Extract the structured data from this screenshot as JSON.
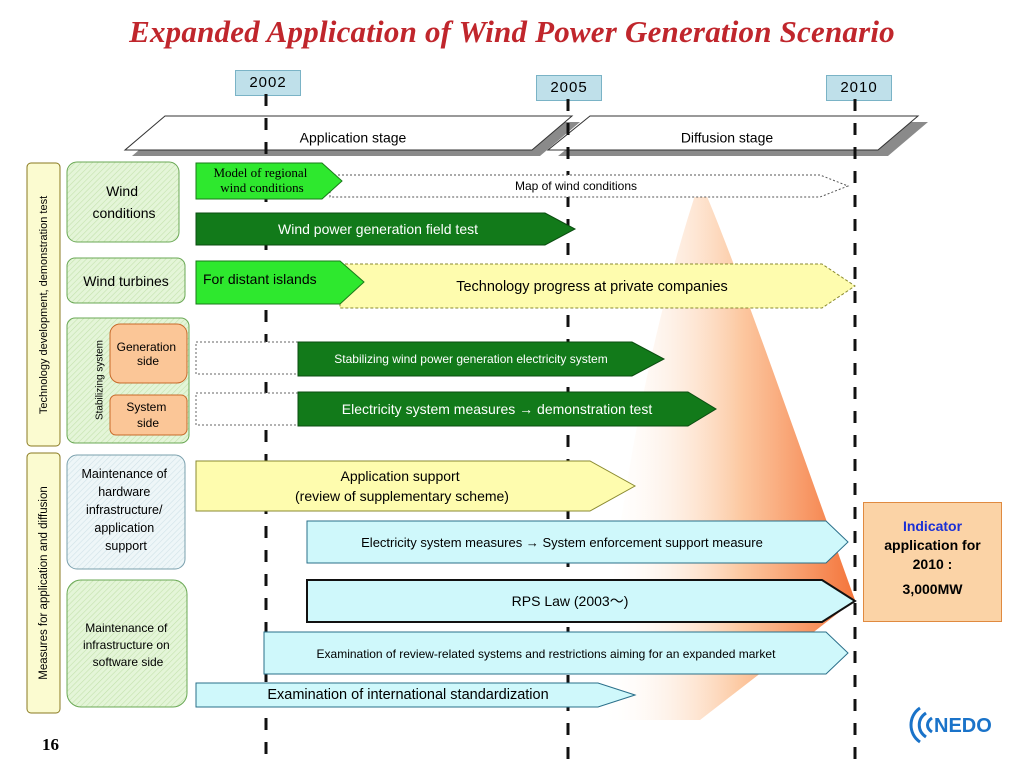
{
  "title": "Expanded Application of  Wind Power Generation Scenario",
  "page_number": "16",
  "years": [
    "2002",
    "2005",
    "2010"
  ],
  "stages": {
    "application": "Application stage",
    "diffusion": "Diffusion stage"
  },
  "side_labels": {
    "tech": "Technology development, demonstration test",
    "measures": "Measures for application and diffusion",
    "stabilizing": "Stabilizing system"
  },
  "categories": {
    "wind_conditions": [
      "Wind",
      "conditions"
    ],
    "wind_turbines": "Wind turbines",
    "generation_side": [
      "Generation",
      "side"
    ],
    "system_side": [
      "System",
      "side"
    ],
    "hardware": [
      "Maintenance of",
      "hardware",
      "infrastructure/",
      "application",
      "support"
    ],
    "software": [
      "Maintenance of",
      "infrastructure on",
      "software side"
    ]
  },
  "arrows": {
    "model_regional": [
      "Model of regional",
      "wind conditions"
    ],
    "map_wind": "Map of wind conditions",
    "field_test": "Wind power generation field test",
    "distant_islands": "For distant islands",
    "tech_progress": "Technology progress at private companies",
    "stabilizing_system": "Stabilizing  wind power generation electricity system",
    "demo_test": "Electricity system measures → demonstration test",
    "app_support": [
      "Application support",
      "(review of supplementary scheme)"
    ],
    "enforcement": "Electricity system measures →  System enforcement support measure",
    "rps": "RPS Law (2003～)",
    "exam_review": "Examination of review-related systems and restrictions aiming for an expanded market",
    "exam_intl": "Examination of international standardization"
  },
  "indicator": {
    "label": "Indicator",
    "line1": "application for",
    "line2": "2010 :",
    "value": "3,000MW"
  },
  "logo_text": "NEDO",
  "colors": {
    "title": "#c0262c",
    "dark_green": "#127a1a",
    "bright_green": "#2ee82e",
    "light_yellow": "#fefcae",
    "light_cyan": "#cff8fb",
    "year_box": "#bfe0ea",
    "indicator_bg": "#fbd3a6",
    "category_green": "#dff3cf",
    "orange_side": "#fbc697",
    "accent_blue": "#1a2fd6"
  }
}
